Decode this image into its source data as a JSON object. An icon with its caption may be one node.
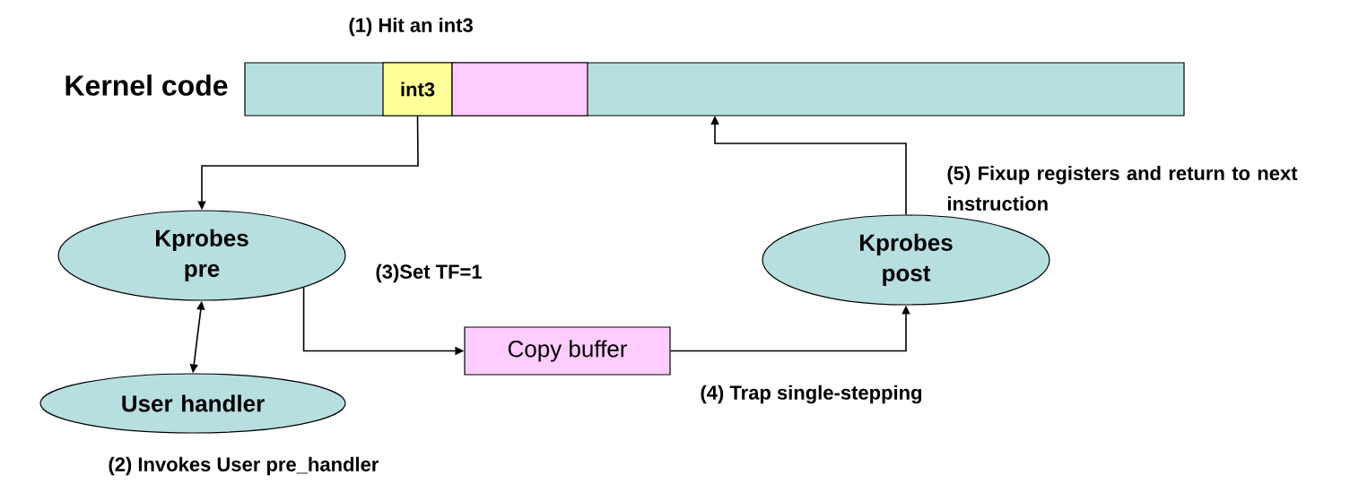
{
  "diagram": {
    "nodes": [
      {
        "text": [
          "Kernel code"
        ]
      },
      {
        "text": [
          "int3"
        ],
        "in": 0
      },
      {
        "text": [],
        "shape": "box",
        "in": 0
      },
      {
        "text": [
          "Kprobes pre"
        ]
      },
      {
        "text": [
          "User handler"
        ]
      },
      {
        "text": [
          "Copy buffer"
        ]
      },
      {
        "text": [
          "Kprobes post"
        ]
      }
    ],
    "edges": [
      {
        "from": 1,
        "to": 3,
        "arrow": "to"
      },
      {
        "from": 3,
        "to": 4,
        "arrow": "both"
      },
      {
        "from": 3,
        "to": 5,
        "arrow": "to"
      },
      {
        "from": 5,
        "to": 6,
        "arrow": "to"
      },
      {
        "from": 6,
        "to": 0,
        "arrow": "to"
      }
    ],
    "labels": [
      "(1) Hit an int3",
      "(5) Fixup registers and return to next instruction",
      "(3)Set TF=1",
      "(4) Trap single-stepping",
      "(2) Invokes User pre_handler"
    ]
  }
}
